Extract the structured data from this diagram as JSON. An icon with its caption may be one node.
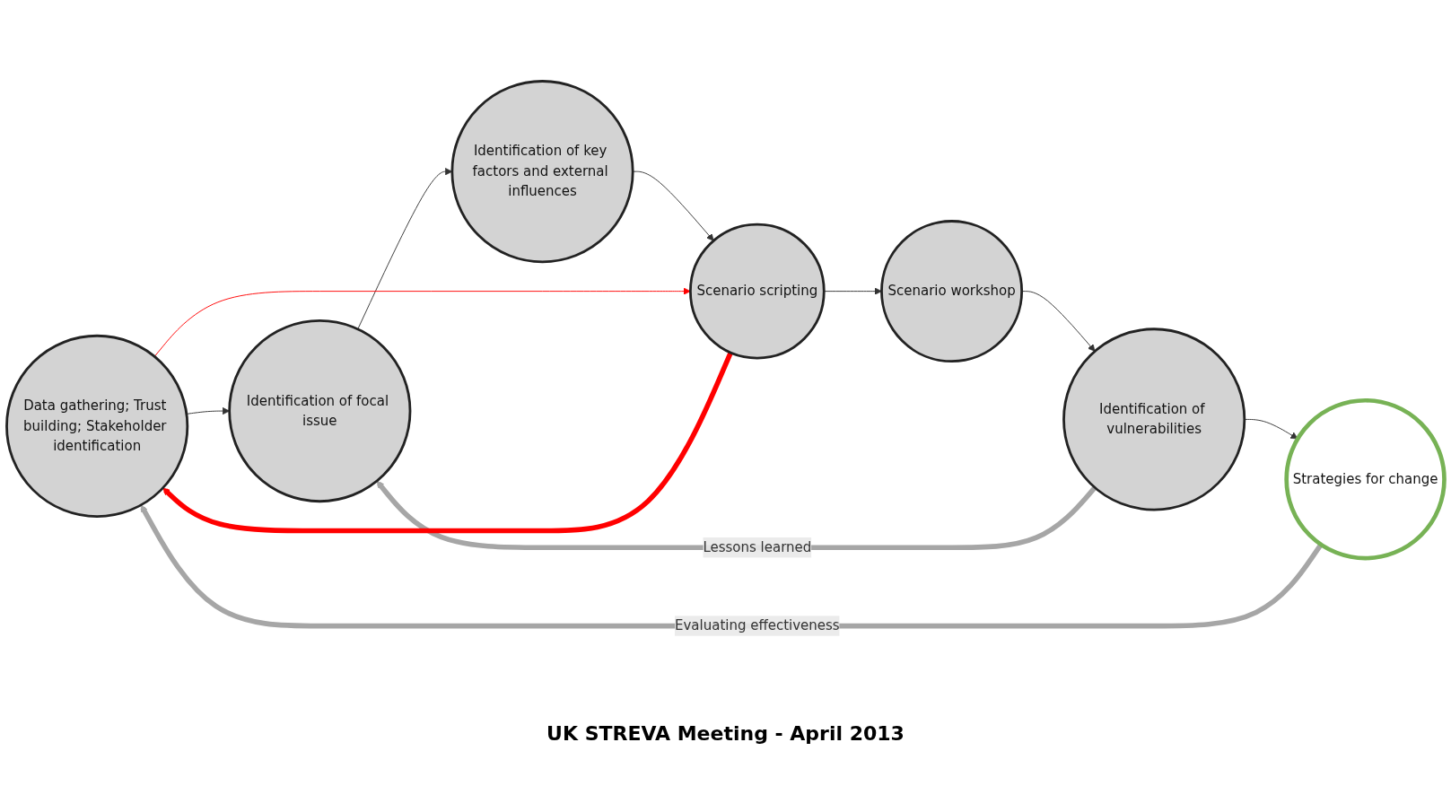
{
  "diagram": {
    "nodes": [
      {
        "text": [
          "Data gathering; Trust building; Stakeholder identification"
        ]
      },
      {
        "text": [
          "Identification of focal issue"
        ]
      },
      {
        "text": [
          "Identification of key factors and external influences"
        ]
      },
      {
        "text": [
          "Scenario scripting"
        ]
      },
      {
        "text": [
          "Scenario workshop"
        ]
      },
      {
        "text": [
          "Identification of vulnerabilities"
        ]
      },
      {
        "text": [
          "Strategies for change"
        ]
      }
    ],
    "edges": [
      {
        "from": 0,
        "to": 1,
        "arrow": "to"
      },
      {
        "from": 1,
        "to": 2,
        "arrow": "to"
      },
      {
        "from": 2,
        "to": 3,
        "arrow": "to"
      },
      {
        "from": 3,
        "to": 4,
        "arrow": "to"
      },
      {
        "from": 4,
        "to": 5,
        "arrow": "to"
      },
      {
        "from": 5,
        "to": 6,
        "arrow": "to"
      },
      {
        "from": 5,
        "to": 1,
        "arrow": "to",
        "label": "Lessons learned",
        "style": "thick",
        "color": "#a6a6a6"
      },
      {
        "from": 6,
        "to": 0,
        "arrow": "to",
        "label": "Evaluating effectiveness",
        "style": "thick",
        "color": "#a6a6a6"
      },
      {
        "from": 3,
        "to": 0,
        "arrow": "to",
        "style": "thick",
        "color": "#ff0000"
      },
      {
        "from": 0,
        "to": 3,
        "arrow": "to",
        "color": "#ff0000"
      }
    ],
    "labels": [
      "UK STREVA Meeting - April 2013"
    ]
  }
}
